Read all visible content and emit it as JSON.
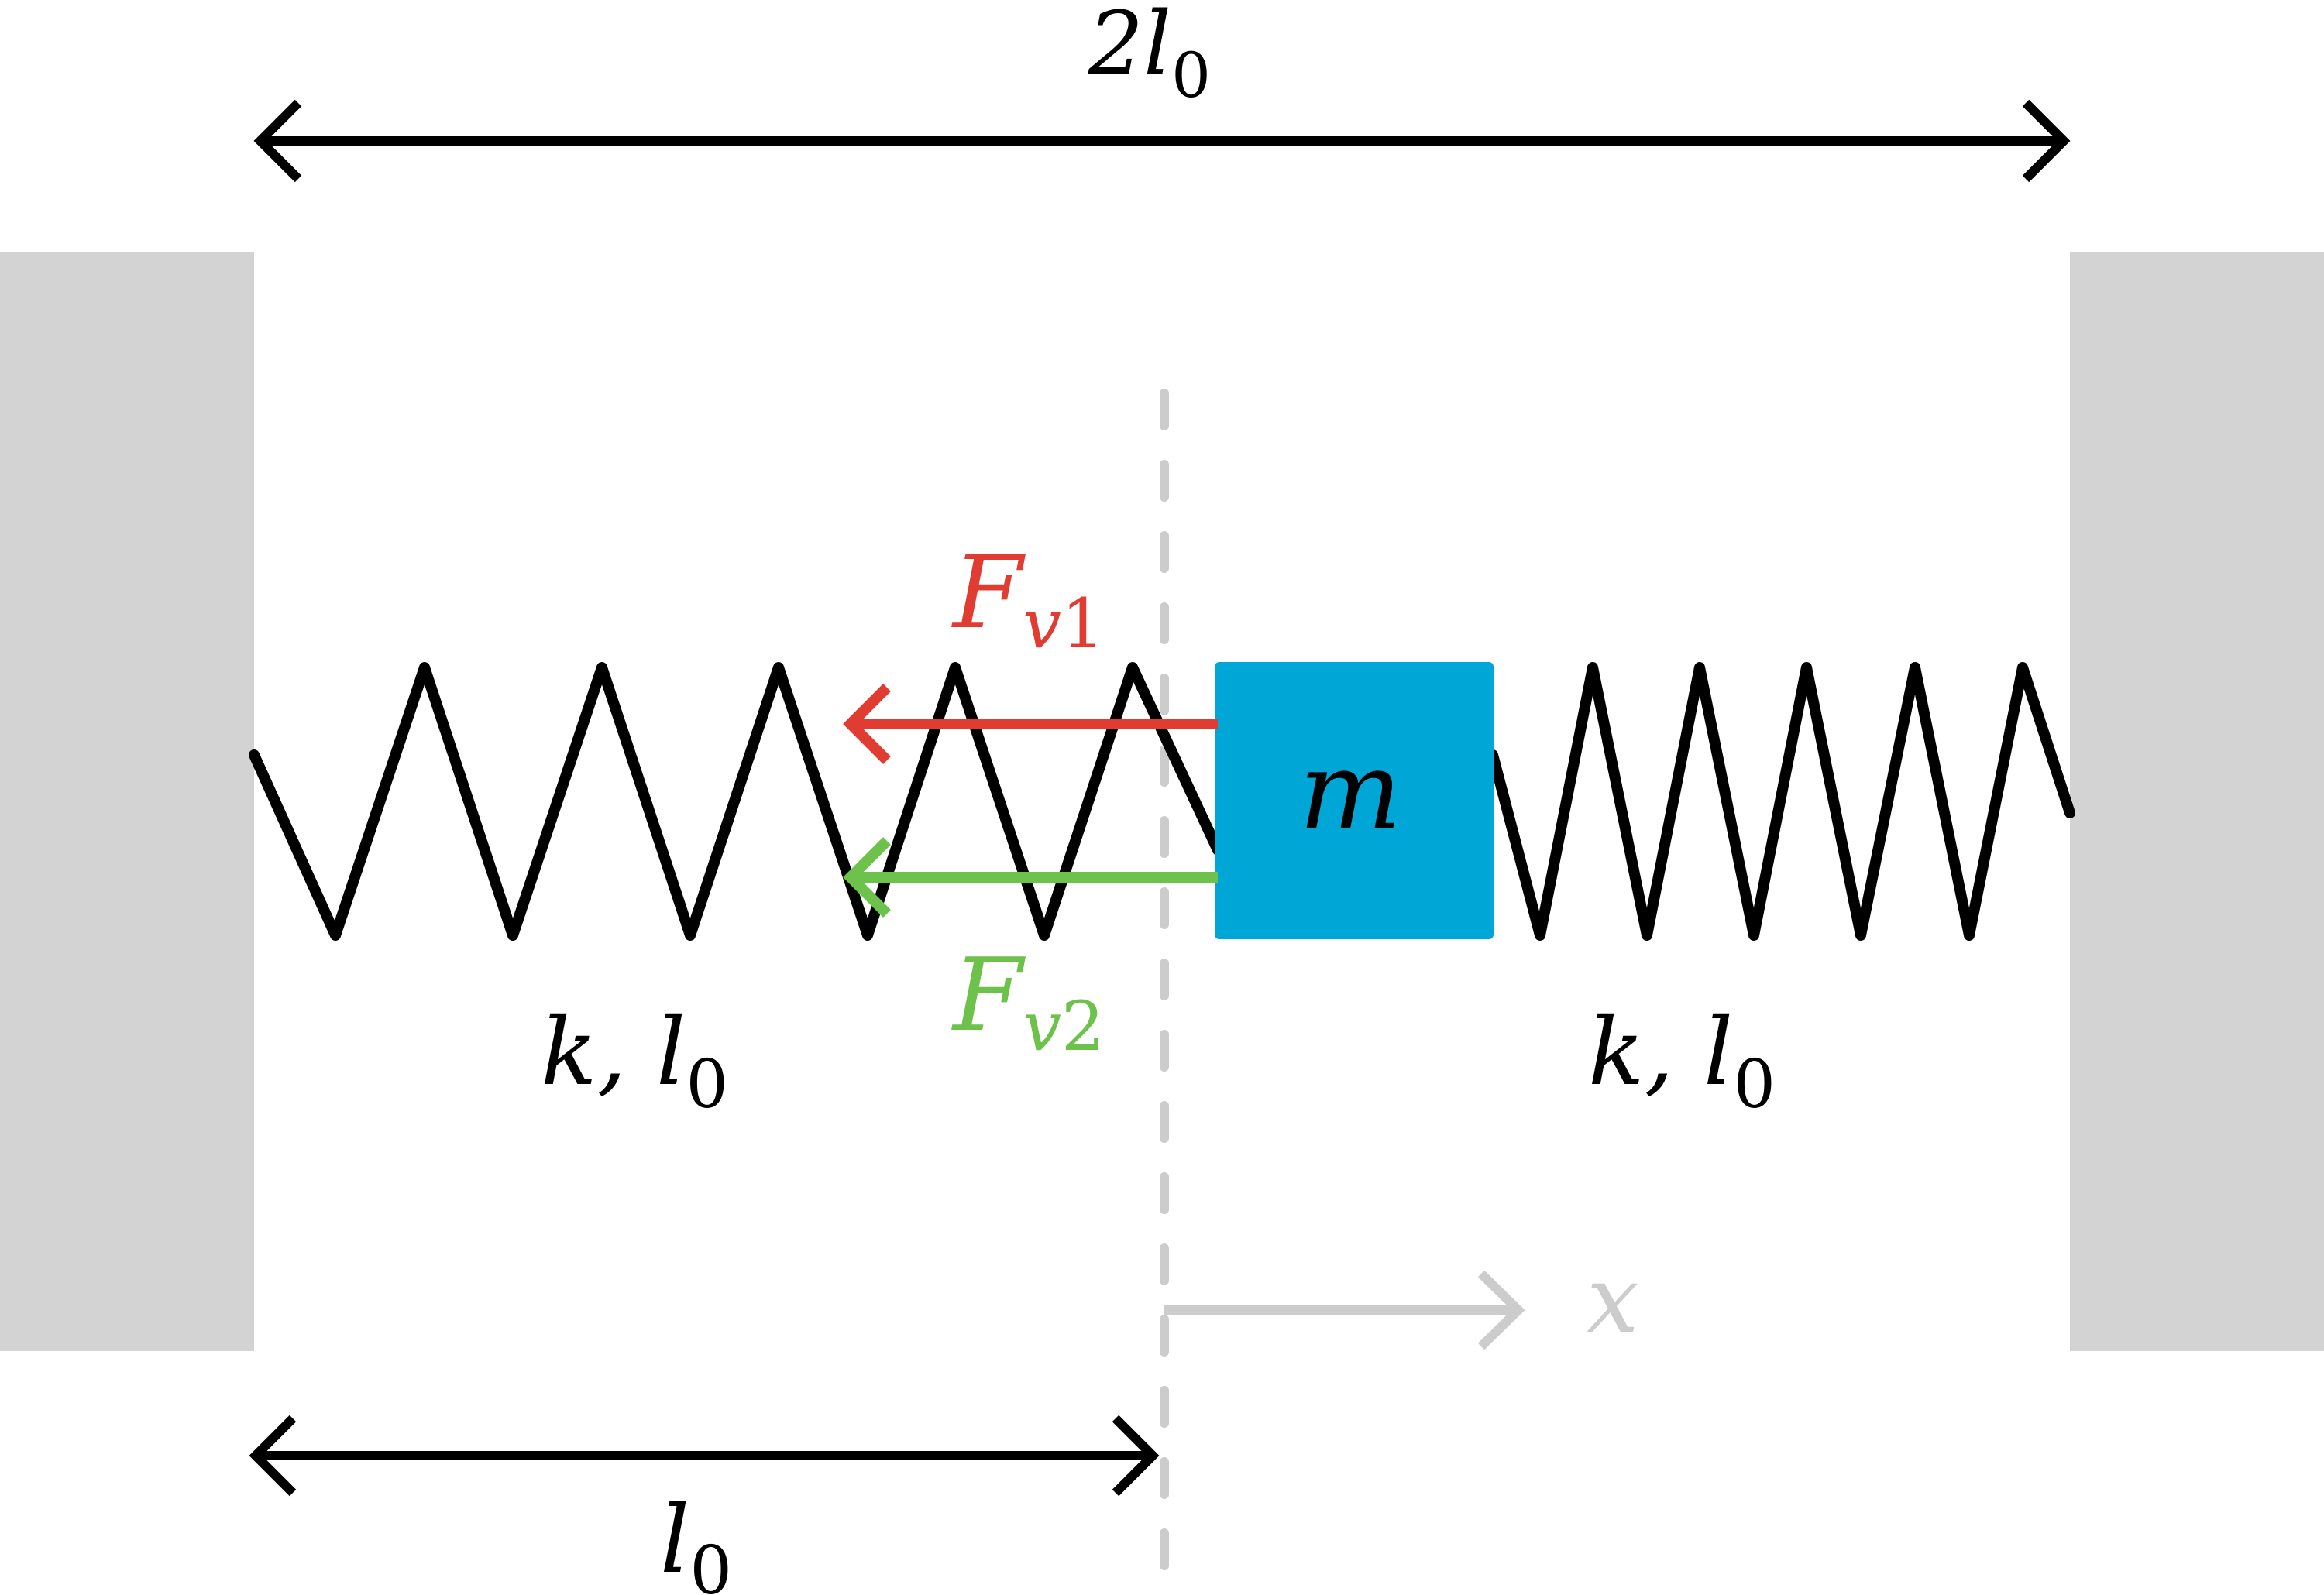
{
  "labels": {
    "total_length": {
      "main": "2l",
      "sub": "0"
    },
    "force_1": {
      "main": "F",
      "sub_var": "v",
      "sub_num": "1"
    },
    "force_2": {
      "main": "F",
      "sub_var": "v",
      "sub_num": "2"
    },
    "mass": "m",
    "left_spring": {
      "main": "k, l",
      "sub": "0"
    },
    "right_spring": {
      "main": "k, l",
      "sub": "0"
    },
    "axis": "x",
    "half_length": {
      "main": "l",
      "sub": "0"
    }
  },
  "colors": {
    "wall": "#d3d3d3",
    "mass_block": "#00a6d6",
    "spring": "#000000",
    "dimension_arrow": "#000000",
    "force_1": "#e03c31",
    "force_2": "#6cc24a",
    "reference_axis": "#cccccc",
    "text": "#000000"
  }
}
